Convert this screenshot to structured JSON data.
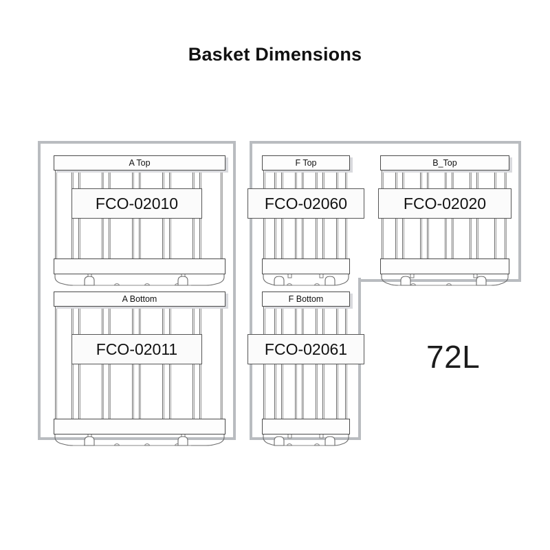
{
  "page": {
    "title": "Basket Dimensions",
    "volume_label": "72L",
    "background_color": "#ffffff",
    "frame_color": "#b9bcc0",
    "line_color": "#4a4a4a"
  },
  "groups": [
    {
      "id": "group-a",
      "shape": "rect",
      "baskets": [
        "a-top",
        "a-bottom"
      ]
    },
    {
      "id": "group-fb",
      "shape": "l-shape",
      "baskets": [
        "f-top",
        "b-top",
        "f-bottom"
      ]
    }
  ],
  "baskets": [
    {
      "id": "a-top",
      "position_label": "A Top",
      "part_number": "FCO-02010",
      "size": "wide",
      "bar_count": 11,
      "feet": 2
    },
    {
      "id": "a-bottom",
      "position_label": "A Bottom",
      "part_number": "FCO-02011",
      "size": "wide",
      "bar_count": 11,
      "feet": 2
    },
    {
      "id": "f-top",
      "position_label": "F Top",
      "part_number": "FCO-02060",
      "size": "narrow",
      "bar_count": 9,
      "feet": 2
    },
    {
      "id": "f-bottom",
      "position_label": "F Bottom",
      "part_number": "FCO-02061",
      "size": "narrow",
      "bar_count": 9,
      "feet": 2
    },
    {
      "id": "b-top",
      "position_label": "B_Top",
      "part_number": "FCO-02020",
      "size": "medium",
      "bar_count": 10,
      "feet": 2
    }
  ]
}
